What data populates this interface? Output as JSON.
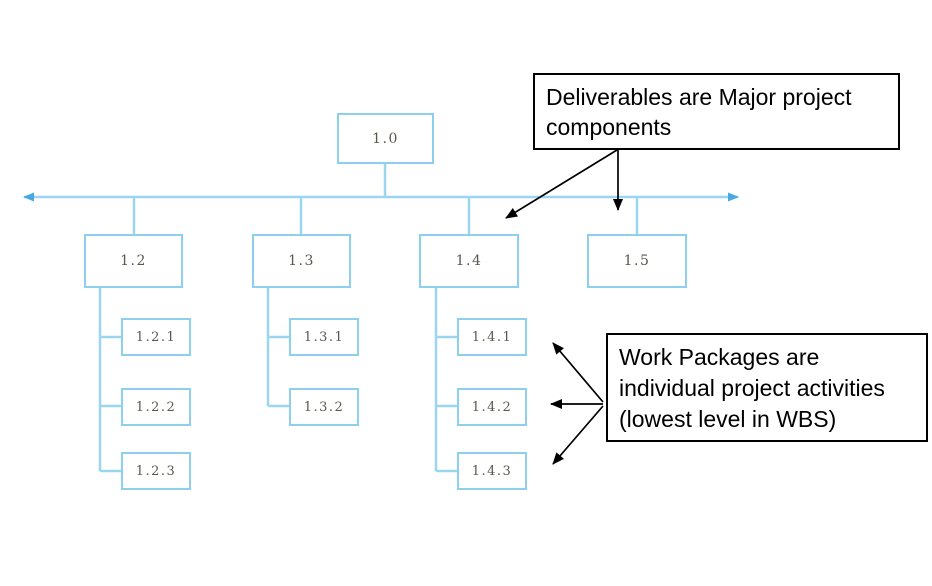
{
  "wbs": {
    "root": "1.0",
    "deliverables": [
      "1.2",
      "1.3",
      "1.4",
      "1.5"
    ],
    "work_packages_1_2": [
      "1.2.1",
      "1.2.2",
      "1.2.3"
    ],
    "work_packages_1_3": [
      "1.3.1",
      "1.3.2"
    ],
    "work_packages_1_4": [
      "1.4.1",
      "1.4.2",
      "1.4.3"
    ]
  },
  "annotations": {
    "deliverables_note": {
      "text": "Deliverables are Major project components",
      "lines": [
        "Deliverables are Major project",
        "components"
      ]
    },
    "work_packages_note": {
      "text": "Work Packages are individual project activities (lowest level in WBS)",
      "lines": [
        "Work Packages are",
        "individual project activities",
        "(lowest level in WBS)"
      ]
    }
  },
  "colors": {
    "node_border_blue": "#8ccfef",
    "connector_blue": "#9bd5f2",
    "arrowhead_blue": "#47a9e1",
    "annotation_border_black": "#000000",
    "node_label_gray": "#5b574e"
  }
}
